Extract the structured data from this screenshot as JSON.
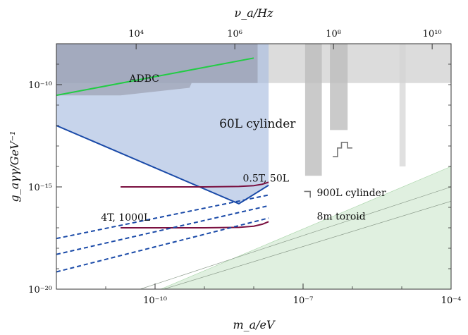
{
  "chart_data": {
    "type": "line",
    "xscale": "log",
    "yscale": "log",
    "xlim": [
      1e-12,
      0.0001
    ],
    "ylim": [
      1e-20,
      1e-08
    ],
    "xlabel": "m_a/eV",
    "ylabel": "g_aγγ/GeV⁻¹",
    "x2label": "ν_a/Hz",
    "x_ticks": [
      {
        "value": 1e-10,
        "label": "10⁻¹⁰"
      },
      {
        "value": 1e-07,
        "label": "10⁻⁷"
      },
      {
        "value": 0.0001,
        "label": "10⁻⁴"
      }
    ],
    "y_ticks": [
      {
        "value": 1e-20,
        "label": "10⁻²⁰"
      },
      {
        "value": 1e-15,
        "label": "10⁻¹⁵"
      },
      {
        "value": 1e-10,
        "label": "10⁻¹⁰"
      }
    ],
    "x2_ticks": [
      {
        "value": 10000.0,
        "label": "10⁴"
      },
      {
        "value": 1000000.0,
        "label": "10⁶"
      },
      {
        "value": 100000000.0,
        "label": "10⁸"
      },
      {
        "value": 10000000000.0,
        "label": "10¹⁰"
      }
    ],
    "regions": [
      {
        "name": "existing-limits",
        "color": "#c9c9c9",
        "opacity": 0.65,
        "points": [
          [
            1e-12,
            1e-08
          ],
          [
            0.0001,
            1e-08
          ],
          [
            0.0001,
            1.2e-10
          ],
          [
            1e-12,
            1.2e-10
          ]
        ]
      },
      {
        "name": "60L cylinder",
        "color": "#a9bde0",
        "opacity": 0.65,
        "points": [
          [
            1e-12,
            1e-08
          ],
          [
            2e-08,
            1e-08
          ],
          [
            2e-08,
            1.2e-15
          ],
          [
            5e-09,
            1.5e-16
          ],
          [
            1e-12,
            1e-12
          ]
        ]
      },
      {
        "name": "ADBC",
        "color": "#8f92a3",
        "opacity": 0.55,
        "points": [
          [
            1e-12,
            1e-08
          ],
          [
            1.2e-08,
            1e-08
          ],
          [
            1.2e-08,
            1.2e-10
          ],
          [
            5.5e-10,
            1.2e-10
          ],
          [
            5e-10,
            7e-11
          ],
          [
            2e-11,
            3e-11
          ],
          [
            1e-12,
            3e-11
          ]
        ]
      },
      {
        "name": "qcd-band",
        "color": "#cfe8cf",
        "opacity": 0.65,
        "points": [
          [
            1.5e-11,
            1e-20
          ],
          [
            0.0001,
            1e-20
          ],
          [
            0.0001,
            6e-17
          ],
          [
            0.0009,
            1e-15
          ],
          [
            0.0001,
            1e-14
          ],
          [
            1.3e-10,
            1e-20
          ]
        ]
      },
      {
        "name": "haloscope-1",
        "color": "#bdbdbd",
        "opacity": 0.8,
        "points": [
          [
            1.1e-07,
            1e-08
          ],
          [
            2.4e-07,
            1e-08
          ],
          [
            2.4e-07,
            3.5e-15
          ],
          [
            1.1e-07,
            3.5e-15
          ]
        ]
      },
      {
        "name": "haloscope-2",
        "color": "#bdbdbd",
        "opacity": 0.8,
        "points": [
          [
            3.5e-07,
            1e-08
          ],
          [
            8e-07,
            1e-08
          ],
          [
            8e-07,
            6e-13
          ],
          [
            3.5e-07,
            6e-13
          ]
        ]
      },
      {
        "name": "haloscope-3",
        "color": "#d3d3d3",
        "opacity": 0.7,
        "points": [
          [
            9e-06,
            1e-08
          ],
          [
            1.2e-05,
            1e-08
          ],
          [
            1.2e-05,
            1e-14
          ],
          [
            9e-06,
            1e-14
          ]
        ]
      }
    ],
    "series": [
      {
        "name": "ADBC",
        "color": "#22cc44",
        "style": "solid",
        "x": [
          1e-12,
          1e-08
        ],
        "y": [
          3e-11,
          2e-09
        ]
      },
      {
        "name": "60L cylinder",
        "color": "#1a4aa8",
        "style": "solid",
        "x": [
          1e-12,
          5e-09,
          2e-08
        ],
        "y": [
          1e-12,
          1.5e-16,
          1.2e-15
        ]
      },
      {
        "name": "0.5T, 50L",
        "color": "#7a1040",
        "style": "solid",
        "x": [
          2e-11,
          1e-09,
          5e-09,
          1e-08,
          1.5e-08,
          2e-08
        ],
        "y": [
          1e-15,
          1e-15,
          1.05e-15,
          1.15e-15,
          1.35e-15,
          1.7e-15
        ]
      },
      {
        "name": "4T, 1000L",
        "color": "#7a1040",
        "style": "solid",
        "x": [
          2e-11,
          1e-09,
          5e-09,
          1e-08,
          1.5e-08,
          2e-08
        ],
        "y": [
          1e-17,
          1e-17,
          1.05e-17,
          1.2e-17,
          1.5e-17,
          2e-17
        ]
      },
      {
        "name": "900L cylinder",
        "color": "#1a4aa8",
        "style": "dashed",
        "x": [
          1e-12,
          2e-08
        ],
        "y": [
          3e-18,
          4e-16
        ]
      },
      {
        "name": "dashed-middle",
        "color": "#1a4aa8",
        "style": "dashed",
        "x": [
          1e-12,
          2e-08
        ],
        "y": [
          5e-19,
          1.2e-16
        ]
      },
      {
        "name": "8m toroid",
        "color": "#1a4aa8",
        "style": "dashed",
        "x": [
          1e-12,
          2e-08
        ],
        "y": [
          7e-20,
          3e-17
        ]
      },
      {
        "name": "qcd-line-1",
        "color": "#8a9a8a",
        "style": "solid",
        "x": [
          5e-11,
          0.0001
        ],
        "y": [
          1e-20,
          1e-15
        ]
      },
      {
        "name": "qcd-line-2",
        "color": "#8a9a8a",
        "style": "solid",
        "x": [
          1.5e-10,
          0.0001
        ],
        "y": [
          1e-20,
          2e-16
        ]
      },
      {
        "name": "exp-small-1",
        "color": "#777777",
        "style": "solid",
        "x": [
          1.05e-07,
          1.4e-07,
          1.4e-07
        ],
        "y": [
          6e-16,
          6e-16,
          3e-16
        ]
      },
      {
        "name": "exp-small-2",
        "color": "#777777",
        "style": "solid",
        "x": [
          4e-07,
          5e-07,
          5e-07,
          6e-07,
          6e-07,
          8e-07,
          8e-07,
          1e-06
        ],
        "y": [
          3e-14,
          3e-14,
          8e-14,
          8e-14,
          1.5e-13,
          1.5e-13,
          8e-14,
          8e-14
        ]
      }
    ],
    "annotations": [
      {
        "text": "ADBC",
        "x": 3e-11,
        "y": 1.4e-10,
        "size": 14
      },
      {
        "text": "60L cylinder",
        "x": 2e-09,
        "y": 8e-13,
        "size": 17
      },
      {
        "text": "0.5T, 50L",
        "x": 6e-09,
        "y": 1.8e-15,
        "size": 14
      },
      {
        "text": "4T, 1000L",
        "x": 8e-12,
        "y": 2.2e-17,
        "size": 14
      },
      {
        "text": "900L cylinder",
        "x": 1.9e-07,
        "y": 3.5e-16,
        "size": 14
      },
      {
        "text": "8m toroid",
        "x": 1.9e-07,
        "y": 2.5e-17,
        "size": 14
      }
    ]
  }
}
